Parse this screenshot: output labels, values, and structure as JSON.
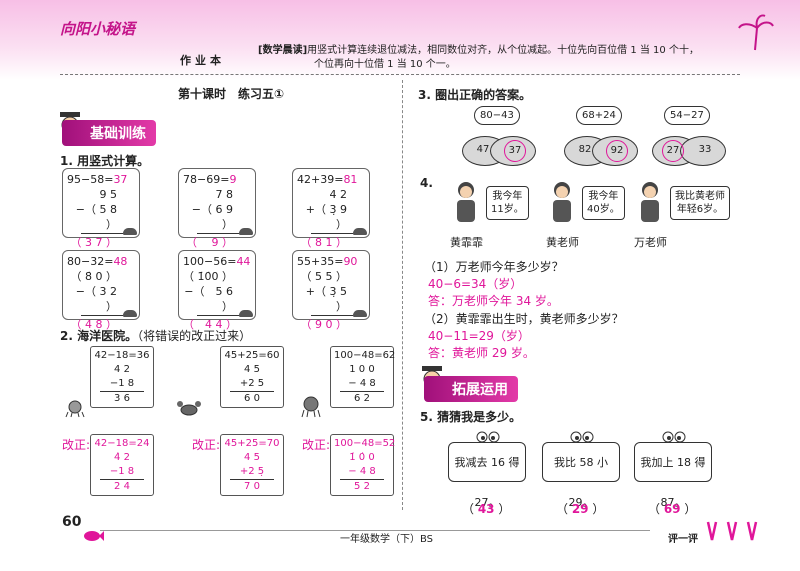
{
  "header": {
    "logo": "向阳小秘语",
    "hw_label": "作业本",
    "tip_tag": "[数学晨读]",
    "tip_line1": "用竖式计算连续退位减法，相同数位对齐，从个位减起。十位先向百位借 1 当 10 个十，",
    "tip_line2": "个位再向十位借 1 当 10 个一。"
  },
  "lesson": "第十课时　练习五①",
  "sec1": {
    "title": "基础训练"
  },
  "q1": {
    "title": "1. 用竖式计算。",
    "cards": [
      {
        "eq": "95−58=",
        "ans": "37",
        "top": "9 5",
        "mid": "−（ 5 8 ）",
        "res": "（ 3 7 ）"
      },
      {
        "eq": "78−69=",
        "ans": "9",
        "top": "7 8",
        "mid": "−（ 6 9 ）",
        "res": "（　 9 ）"
      },
      {
        "eq": "42+39=",
        "ans": "81",
        "top": "4 2",
        "mid": "+（ 3̣ 9 ）",
        "res": "（ 8 1 ）"
      },
      {
        "eq": "80−32=",
        "ans": "48",
        "top": "（ 8̇ 0 ）",
        "mid": "−（ 3 2 ）",
        "res": "（ 4 8 ）"
      },
      {
        "eq": "100−56=",
        "ans": "44",
        "top": "（ 1̇0̇0 ）",
        "mid": "−（　5 6 ）",
        "res": "（　4 4 ）"
      },
      {
        "eq": "55+35=",
        "ans": "90",
        "top": "（ 5 5 ）",
        "mid": "+（ 3̣ 5 ）",
        "res": "（ 9 0 ）"
      }
    ]
  },
  "q2": {
    "title": "2. 海洋医院。",
    "note": "（将错误的改正过来）",
    "wrong": [
      {
        "eq": "42−18=36",
        "a": "4 2",
        "b": "−1 8",
        "r": "3 6"
      },
      {
        "eq": "45+25=60",
        "a": "4 5",
        "b": "+2 5",
        "r": "6 0"
      },
      {
        "eq": "100−48=62",
        "a": "1 0 0",
        "b": "− 4 8",
        "r": "6 2"
      }
    ],
    "fix_label": "改正:",
    "fixed": [
      {
        "eq": "42−18=24",
        "a": "4̇ 2",
        "b": "−1 8",
        "r": "2 4"
      },
      {
        "eq": "45+25=70",
        "a": "4 5",
        "b": "+2 5̣",
        "r": "7 0"
      },
      {
        "eq": "100−48=52",
        "a": "1̇ 0̇ 0",
        "b": "− 4 8",
        "r": "5 2"
      }
    ]
  },
  "q3": {
    "title": "3. 圈出正确的答案。",
    "items": [
      {
        "q": "80−43",
        "l": "47",
        "r": "37",
        "sel": "r"
      },
      {
        "q": "68+24",
        "l": "82",
        "r": "92",
        "sel": "r"
      },
      {
        "q": "54−27",
        "l": "27",
        "r": "33",
        "sel": "l"
      }
    ]
  },
  "q4": {
    "title": "4.",
    "people": [
      {
        "say1": "我今年",
        "say2": "11岁。",
        "name": "黄霏霏"
      },
      {
        "say1": "我今年",
        "say2": "40岁。",
        "name": "黄老师"
      },
      {
        "say1": "我比黄老师",
        "say2": "年轻6岁。",
        "name": "万老师"
      }
    ],
    "q1": "（1）万老师今年多少岁？",
    "a1_calc": "40−6=34（岁）",
    "a1_ans": "答：万老师今年 34 岁。",
    "q2": "（2）黄霏霏出生时，黄老师多少岁？",
    "a2_calc": "40−11=29（岁）",
    "a2_ans": "答：黄老师 29 岁。"
  },
  "sec2": {
    "title": "拓展运用"
  },
  "q5": {
    "title": "5. 猜猜我是多少。",
    "signs": [
      {
        "text": "我减去 16 得 27。",
        "ans": "43"
      },
      {
        "text": "我比 58 小 29。",
        "ans": "29"
      },
      {
        "text": "我加上 18 得 87。",
        "ans": "69"
      }
    ]
  },
  "footer": {
    "page": "60",
    "center": "一年级数学（下）BS",
    "rate": "评一评"
  },
  "colors": {
    "accent": "#e0169a",
    "band": "#f7bfe6"
  }
}
